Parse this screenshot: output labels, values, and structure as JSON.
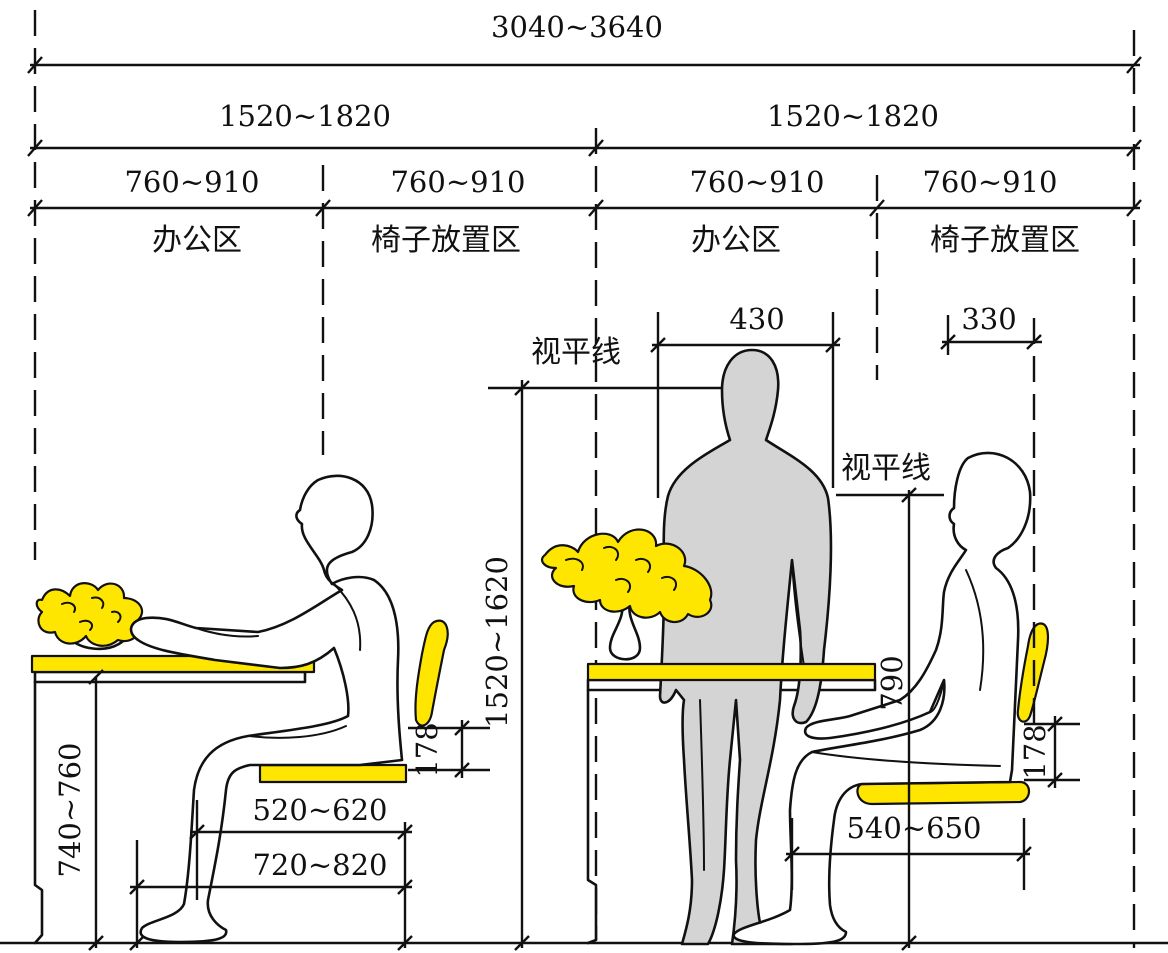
{
  "dimensions": {
    "total": "3040~3640",
    "half_left": "1520~1820",
    "half_right": "1520~1820",
    "zone_w1": "760~910",
    "zone_w2": "760~910",
    "zone_w3": "760~910",
    "zone_w4": "760~910",
    "desk_height": "740~760",
    "seat_depth": "520~620",
    "knee_space": "720~820",
    "backrest_gap_left": "178",
    "standing_eye_height": "1520~1620",
    "shoulder_width": "430",
    "seated_eye_height": "790",
    "seated_width": "330",
    "backrest_gap_right": "178",
    "seat_depth_right": "540~650"
  },
  "zones": {
    "office_left": "办公区",
    "chair_left": "椅子放置区",
    "office_right": "办公区",
    "chair_right": "椅子放置区"
  },
  "sightline": {
    "standing": "视平线",
    "seated": "视平线"
  }
}
